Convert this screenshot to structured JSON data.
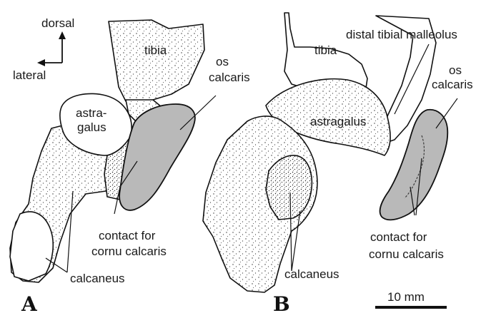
{
  "labels": {
    "dorsal": "dorsal",
    "lateral": "lateral",
    "tibia_a": "tibia",
    "os_a_line1": "os",
    "os_a_line2": "calcaris",
    "astra_a_line1": "astra-",
    "astra_a_line2": "galus",
    "contact_a_line1": "contact for",
    "contact_a_line2": "cornu calcaris",
    "calcaneus_a": "calcaneus",
    "distal_tibial_malleolus": "distal tibial malleolus",
    "tibia_b": "tibia",
    "os_b_line1": "os",
    "os_b_line2": "calcaris",
    "astragalus_b": "astragalus",
    "contact_b_line1": "contact for",
    "contact_b_line2": "cornu calcaris",
    "calcaneus_b": "calcaneus",
    "scale_bar": "10 mm"
  },
  "panels": {
    "a": "A",
    "b": "B"
  },
  "colors": {
    "os_calcaris_fill": "#b9b9b9",
    "ink": "#111111",
    "background": "#ffffff"
  }
}
